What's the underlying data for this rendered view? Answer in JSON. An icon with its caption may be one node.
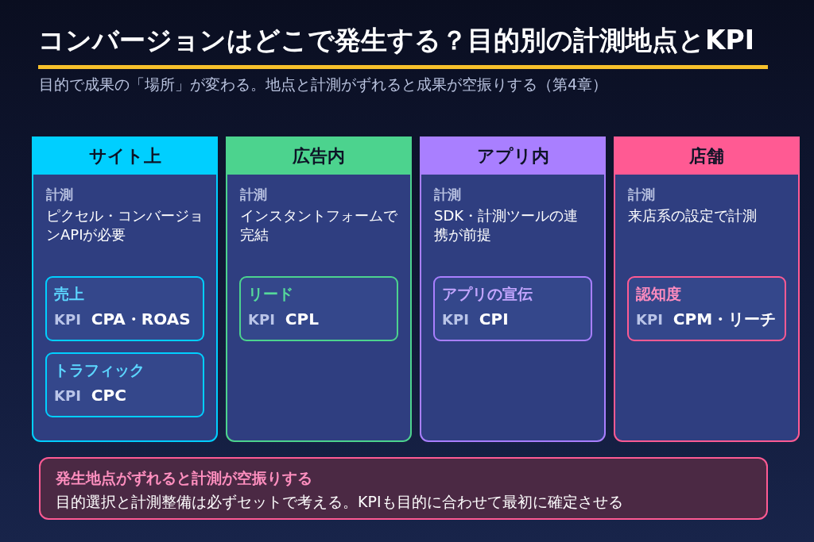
{
  "diagram": {
    "title": "コンバージョンはどこで発生する？目的別の計測地点とKPI",
    "nodes": [
      {
        "text": [
          "サイト上",
          "計測",
          "ピクセル・コンバージョンAPIが必要"
        ]
      },
      {
        "text": [
          "売上",
          "KPI",
          "CPA・ROAS"
        ],
        "in": 0
      },
      {
        "text": [
          "トラフィック",
          "KPI",
          "CPC"
        ],
        "in": 0
      },
      {
        "text": [
          "広告内",
          "計測",
          "インスタントフォームで完結"
        ]
      },
      {
        "text": [
          "リード",
          "KPI",
          "CPL"
        ],
        "in": 3
      },
      {
        "text": [
          "アプリ内",
          "計測",
          "SDK・計測ツールの連携が前提"
        ]
      },
      {
        "text": [
          "アプリの宣伝",
          "KPI",
          "CPI"
        ],
        "in": 5
      },
      {
        "text": [
          "店舗",
          "計測",
          "来店系の設定で計測"
        ]
      },
      {
        "text": [
          "認知度",
          "KPI",
          "CPM・リーチ"
        ],
        "in": 7
      },
      {
        "text": [
          "発生地点がずれると計測が空振りする",
          "目的選択と計測整備は必ずセットで考える。KPIも目的に合わせて最初に確定させる"
        ]
      }
    ],
    "labels": [
      "目的で成果の「場所」が変わる。地点と計測がずれると成果が空振りする（第4章）"
    ]
  }
}
